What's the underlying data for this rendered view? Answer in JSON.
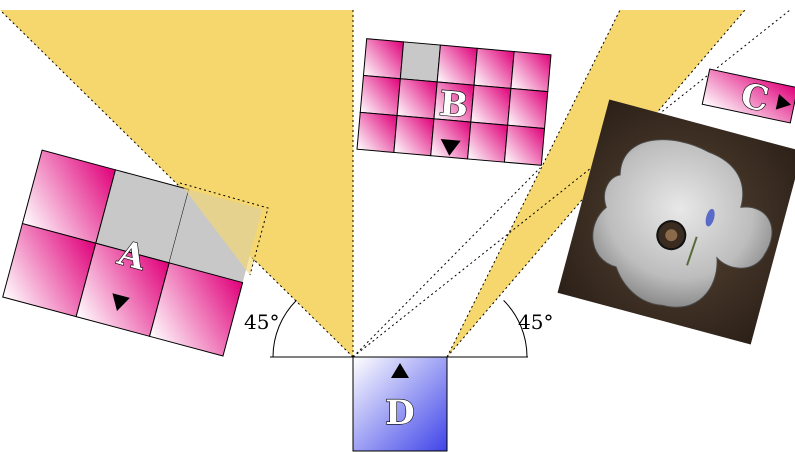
{
  "diagram": {
    "angle_left": "45°",
    "angle_right": "45°",
    "pieces": [
      {
        "id": "A",
        "label": "A"
      },
      {
        "id": "B",
        "label": "B"
      },
      {
        "id": "C",
        "label": "C"
      },
      {
        "id": "D",
        "label": "D"
      }
    ],
    "colors": {
      "cone_fill": "#f5d76e",
      "piece_magenta": "#e0007a",
      "piece_gray": "#c8c8c8",
      "piece_blue": "#3f44e8",
      "rock": "#cfcfcf",
      "rock_frame": "#3d2e22"
    }
  }
}
